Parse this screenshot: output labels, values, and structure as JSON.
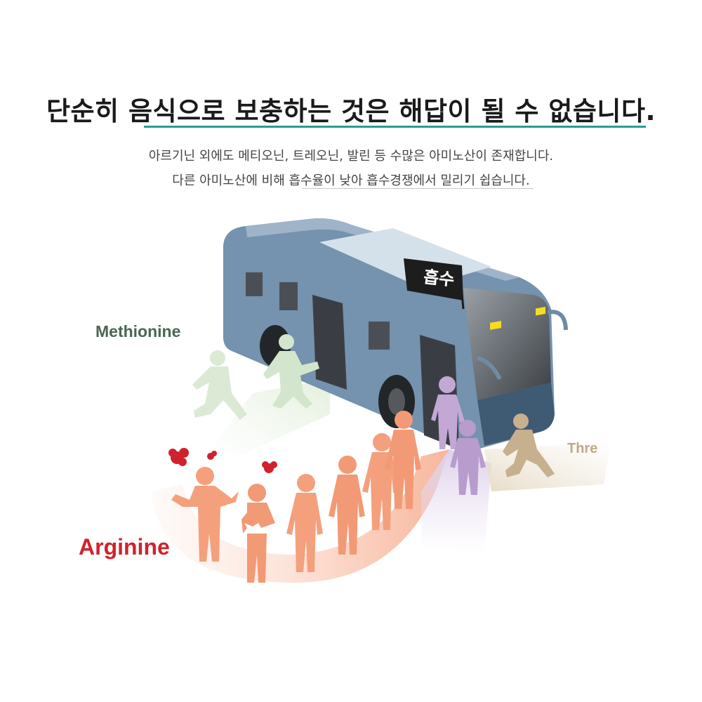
{
  "headline": "단순히 음식으로 보충하는 것은 해답이 될 수 없습니다.",
  "subtext": {
    "line1": "아르기닌 외에도 메티오닌, 트레오닌, 발린 등 수많은 아미노산이 존재합니다.",
    "line2": "다른 아미노산에 비해 흡수율이 낮아 흡수경쟁에서 밀리기 쉽습니다."
  },
  "illustration": {
    "flag_text": "흡수",
    "label_methionine": "Methionine",
    "label_arginine": "Arginine",
    "label_threonine": "Thre"
  },
  "colors": {
    "accent_teal": "#2a9d8f",
    "arginine_red": "#d0222d",
    "methionine_green": "#4a6651",
    "bus_blue": "#7592ae",
    "figure_orange": "#f4a07c",
    "figure_purple": "#c3a8d6",
    "figure_green": "#dbe9d5",
    "figure_tan": "#c7b08e"
  }
}
